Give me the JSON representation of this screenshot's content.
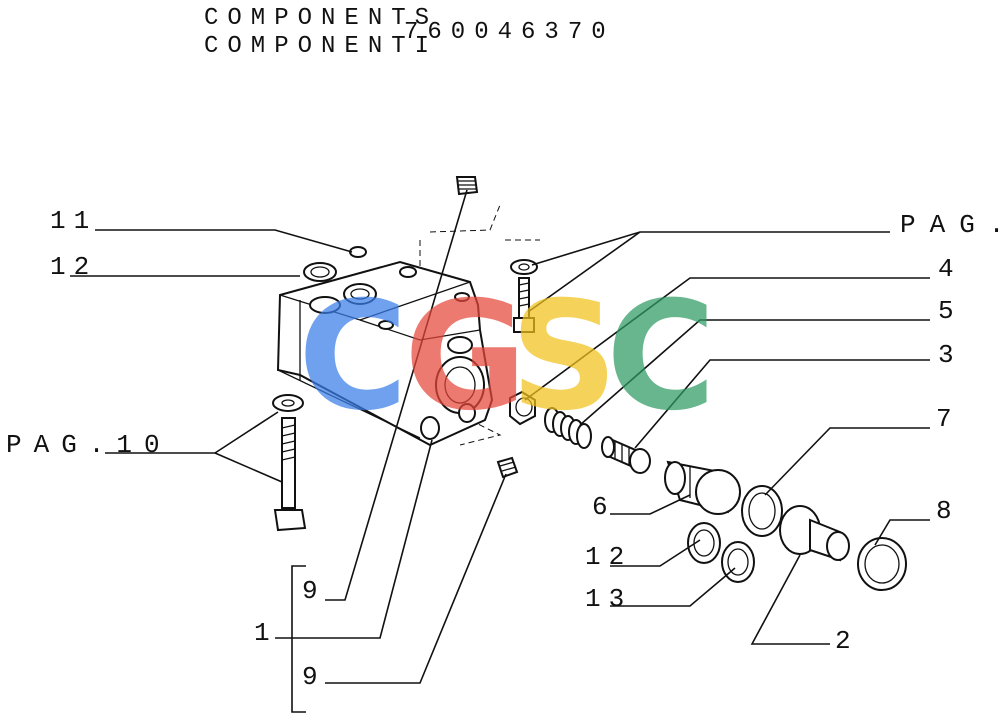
{
  "header": {
    "line1": "COMPONENTS",
    "line2": "COMPONENTI",
    "part_number": "760046370"
  },
  "watermark": {
    "letters": [
      "C",
      "G",
      "S",
      "C"
    ],
    "colors": [
      "#3a7de8",
      "#e5473a",
      "#f2c21b",
      "#2e9a63"
    ]
  },
  "callouts": {
    "c11": "11",
    "c12_top": "12",
    "pag_top": "PAG.",
    "c4": "4",
    "c5": "5",
    "c3": "3",
    "c7": "7",
    "c8": "8",
    "c6": "6",
    "c12_bottom": "12",
    "c13": "13",
    "c2": "2",
    "pag10": "PAG.10",
    "c9_upper": "9",
    "c1": "1",
    "c9_lower": "9"
  }
}
